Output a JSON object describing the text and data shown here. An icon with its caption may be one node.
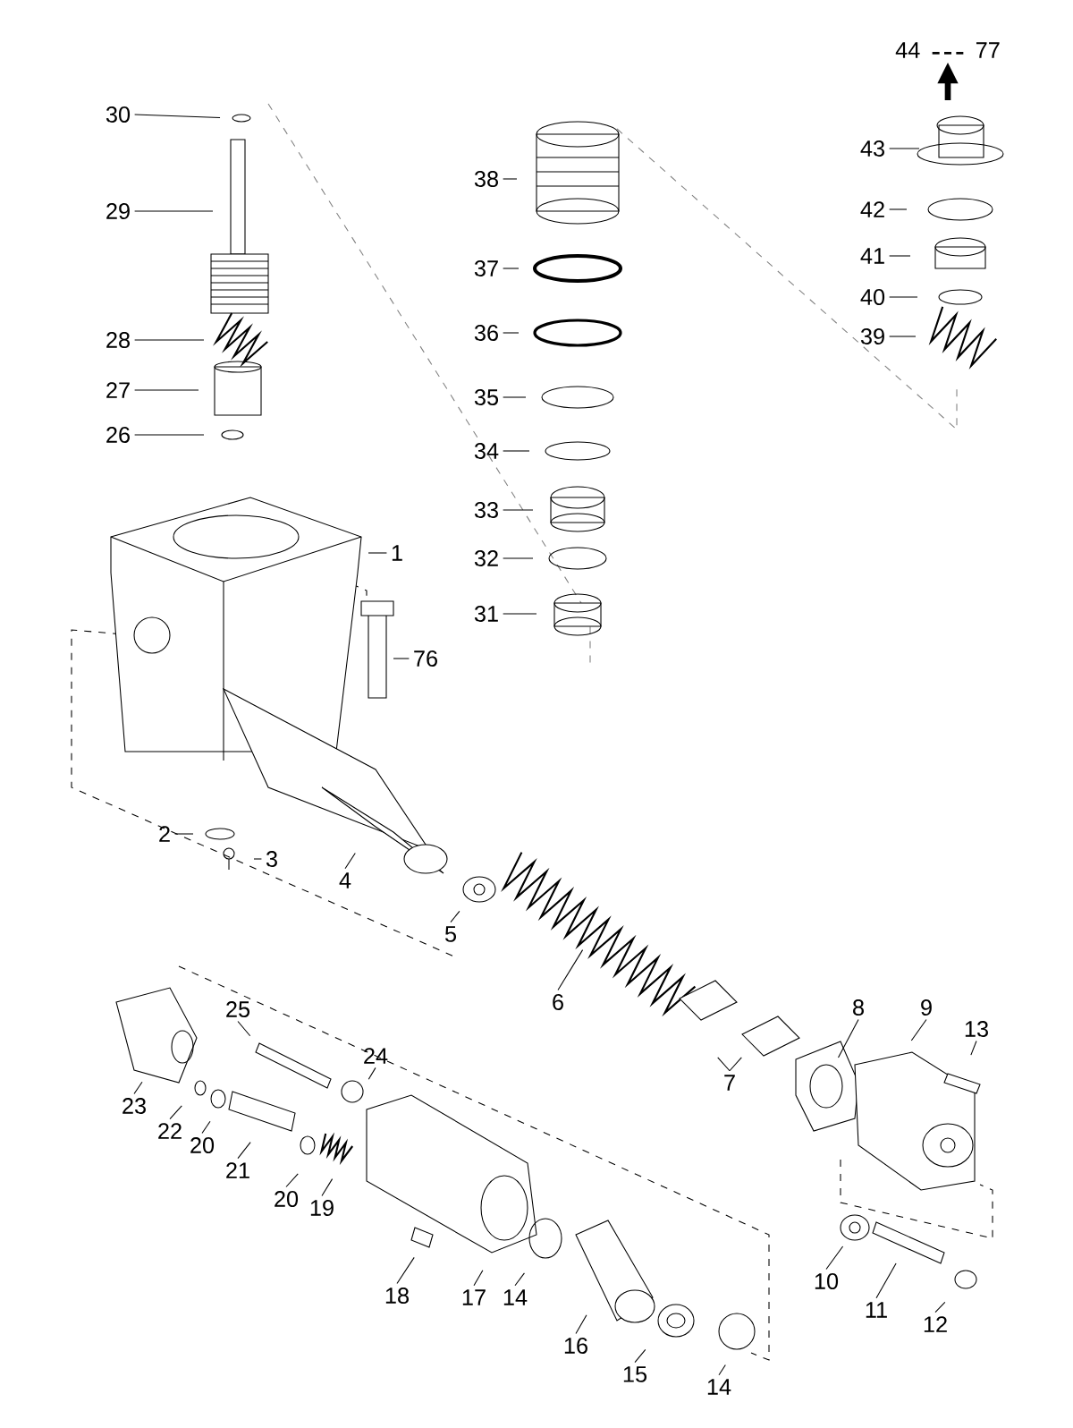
{
  "diagram": {
    "nodes": [
      {
        "text": [
          "44",
          "77"
        ]
      },
      {
        "text": [
          "30"
        ]
      },
      {
        "text": [
          "43"
        ]
      },
      {
        "text": [
          "38"
        ]
      },
      {
        "text": [
          "29"
        ]
      },
      {
        "text": [
          "42"
        ]
      },
      {
        "text": [
          "41"
        ]
      },
      {
        "text": [
          "37"
        ]
      },
      {
        "text": [
          "40"
        ]
      },
      {
        "text": [
          "36"
        ]
      },
      {
        "text": [
          "39"
        ]
      },
      {
        "text": [
          "28"
        ]
      },
      {
        "text": [
          "27"
        ]
      },
      {
        "text": [
          "35"
        ]
      },
      {
        "text": [
          "26"
        ]
      },
      {
        "text": [
          "34"
        ]
      },
      {
        "text": [
          "33"
        ]
      },
      {
        "text": [
          "1"
        ]
      },
      {
        "text": [
          "32"
        ]
      },
      {
        "text": [
          "31"
        ]
      },
      {
        "text": [
          "76"
        ]
      },
      {
        "text": [
          "2"
        ]
      },
      {
        "text": [
          "3"
        ]
      },
      {
        "text": [
          "4"
        ]
      },
      {
        "text": [
          "5"
        ]
      },
      {
        "text": [
          "6"
        ]
      },
      {
        "text": [
          "8"
        ]
      },
      {
        "text": [
          "9"
        ]
      },
      {
        "text": [
          "25"
        ]
      },
      {
        "text": [
          "13"
        ]
      },
      {
        "text": [
          "24"
        ]
      },
      {
        "text": [
          "7"
        ]
      },
      {
        "text": [
          "23"
        ]
      },
      {
        "text": [
          "22"
        ]
      },
      {
        "text": [
          "20"
        ]
      },
      {
        "text": [
          "21"
        ]
      },
      {
        "text": [
          "20"
        ]
      },
      {
        "text": [
          "19"
        ]
      },
      {
        "text": [
          "10"
        ]
      },
      {
        "text": [
          "18"
        ]
      },
      {
        "text": [
          "11"
        ]
      },
      {
        "text": [
          "17"
        ]
      },
      {
        "text": [
          "14"
        ]
      },
      {
        "text": [
          "12"
        ]
      },
      {
        "text": [
          "16"
        ]
      },
      {
        "text": [
          "15"
        ]
      },
      {
        "text": [
          "14"
        ]
      }
    ],
    "edges": [
      {
        "from": null,
        "to": 0,
        "arrow": "to",
        "style": "thick"
      },
      {
        "from": 1,
        "to": null,
        "arrow": "none"
      },
      {
        "from": 2,
        "to": null,
        "arrow": "none"
      },
      {
        "from": 3,
        "to": null,
        "arrow": "none"
      },
      {
        "from": 4,
        "to": null,
        "arrow": "none"
      },
      {
        "from": 5,
        "to": null,
        "arrow": "none"
      },
      {
        "from": 6,
        "to": null,
        "arrow": "none"
      },
      {
        "from": 7,
        "to": null,
        "arrow": "none"
      },
      {
        "from": 8,
        "to": null,
        "arrow": "none"
      },
      {
        "from": 9,
        "to": null,
        "arrow": "none"
      },
      {
        "from": 10,
        "to": null,
        "arrow": "none"
      },
      {
        "from": 11,
        "to": null,
        "arrow": "none"
      },
      {
        "from": 12,
        "to": null,
        "arrow": "none"
      },
      {
        "from": 13,
        "to": null,
        "arrow": "none"
      },
      {
        "from": 14,
        "to": null,
        "arrow": "none"
      },
      {
        "from": 15,
        "to": null,
        "arrow": "none"
      },
      {
        "from": 16,
        "to": null,
        "arrow": "none"
      },
      {
        "from": 17,
        "to": null,
        "arrow": "none"
      },
      {
        "from": 18,
        "to": null,
        "arrow": "none"
      },
      {
        "from": 19,
        "to": null,
        "arrow": "none"
      },
      {
        "from": 20,
        "to": null,
        "arrow": "none"
      },
      {
        "from": 21,
        "to": null,
        "arrow": "none"
      },
      {
        "from": 22,
        "to": null,
        "arrow": "none"
      },
      {
        "from": 23,
        "to": null,
        "arrow": "none"
      },
      {
        "from": 24,
        "to": null,
        "arrow": "none"
      },
      {
        "from": 25,
        "to": null,
        "arrow": "none"
      },
      {
        "from": 26,
        "to": null,
        "arrow": "none"
      },
      {
        "from": 27,
        "to": null,
        "arrow": "none"
      },
      {
        "from": 28,
        "to": null,
        "arrow": "none"
      },
      {
        "from": 29,
        "to": null,
        "arrow": "none"
      },
      {
        "from": 30,
        "to": null,
        "arrow": "none"
      },
      {
        "from": 31,
        "to": null,
        "arrow": "none"
      },
      {
        "from": 31,
        "to": null,
        "arrow": "none"
      },
      {
        "from": 32,
        "to": null,
        "arrow": "none"
      },
      {
        "from": 33,
        "to": null,
        "arrow": "none"
      },
      {
        "from": 34,
        "to": null,
        "arrow": "none"
      },
      {
        "from": 35,
        "to": null,
        "arrow": "none"
      },
      {
        "from": 36,
        "to": null,
        "arrow": "none"
      },
      {
        "from": 37,
        "to": null,
        "arrow": "none"
      },
      {
        "from": 38,
        "to": null,
        "arrow": "none"
      },
      {
        "from": 39,
        "to": null,
        "arrow": "none"
      },
      {
        "from": 40,
        "to": null,
        "arrow": "none"
      },
      {
        "from": 41,
        "to": null,
        "arrow": "none"
      },
      {
        "from": 42,
        "to": null,
        "arrow": "none"
      },
      {
        "from": 43,
        "to": null,
        "arrow": "none"
      },
      {
        "from": 44,
        "to": null,
        "arrow": "none"
      },
      {
        "from": 45,
        "to": null,
        "arrow": "none"
      },
      {
        "from": 46,
        "to": null,
        "arrow": "none"
      }
    ]
  }
}
